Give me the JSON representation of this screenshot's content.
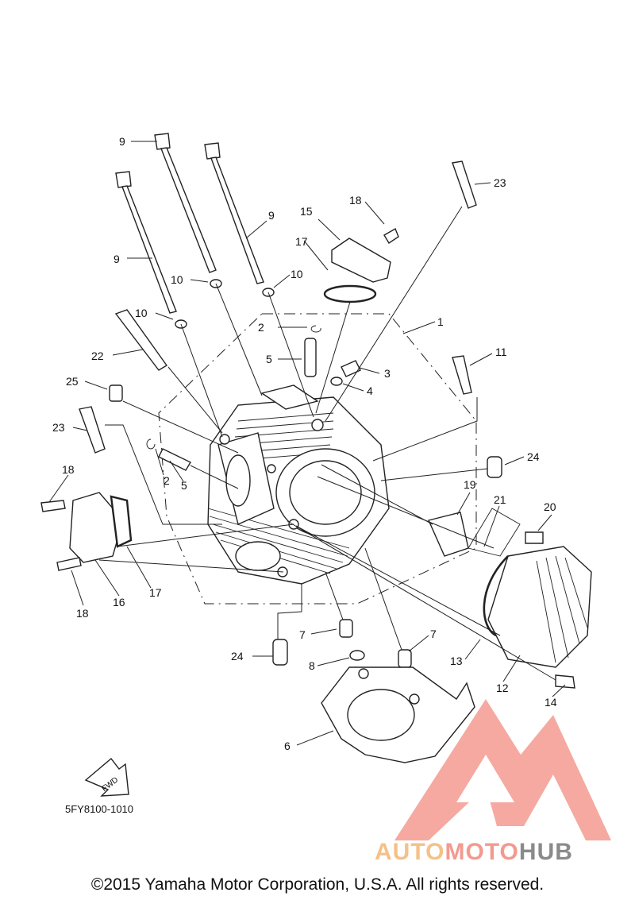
{
  "diagram": {
    "callouts": [
      {
        "id": "c9a",
        "text": "9"
      },
      {
        "id": "c9b",
        "text": "9"
      },
      {
        "id": "c9c",
        "text": "9"
      },
      {
        "id": "c10a",
        "text": "10"
      },
      {
        "id": "c10b",
        "text": "10"
      },
      {
        "id": "c10c",
        "text": "10"
      },
      {
        "id": "c15",
        "text": "15"
      },
      {
        "id": "c18a",
        "text": "18"
      },
      {
        "id": "c23a",
        "text": "23"
      },
      {
        "id": "c17a",
        "text": "17"
      },
      {
        "id": "c1",
        "text": "1"
      },
      {
        "id": "c2a",
        "text": "2"
      },
      {
        "id": "c5a",
        "text": "5"
      },
      {
        "id": "c3",
        "text": "3"
      },
      {
        "id": "c4",
        "text": "4"
      },
      {
        "id": "c11",
        "text": "11"
      },
      {
        "id": "c22",
        "text": "22"
      },
      {
        "id": "c25",
        "text": "25"
      },
      {
        "id": "c23b",
        "text": "23"
      },
      {
        "id": "c24a",
        "text": "24"
      },
      {
        "id": "c2b",
        "text": "2"
      },
      {
        "id": "c5b",
        "text": "5"
      },
      {
        "id": "c19",
        "text": "19"
      },
      {
        "id": "c21",
        "text": "21"
      },
      {
        "id": "c20",
        "text": "20"
      },
      {
        "id": "c18b",
        "text": "18"
      },
      {
        "id": "c17b",
        "text": "17"
      },
      {
        "id": "c16",
        "text": "16"
      },
      {
        "id": "c18c",
        "text": "18"
      },
      {
        "id": "c7a",
        "text": "7"
      },
      {
        "id": "c7b",
        "text": "7"
      },
      {
        "id": "c13",
        "text": "13"
      },
      {
        "id": "c24b",
        "text": "24"
      },
      {
        "id": "c8",
        "text": "8"
      },
      {
        "id": "c12",
        "text": "12"
      },
      {
        "id": "c14",
        "text": "14"
      },
      {
        "id": "c6",
        "text": "6"
      }
    ],
    "fwd_label": "FWD",
    "diagram_code": "5FY8100-1010"
  },
  "watermark": {
    "part1": "AUTO",
    "part2": "MOTO",
    "part3": "HUB",
    "color_primary": "#f39a8f",
    "color_secondary": "#f4c189",
    "color_tertiary": "#8a8a8a"
  },
  "footer": {
    "copyright": "©2015 Yamaha Motor Corporation, U.S.A. All rights reserved."
  }
}
